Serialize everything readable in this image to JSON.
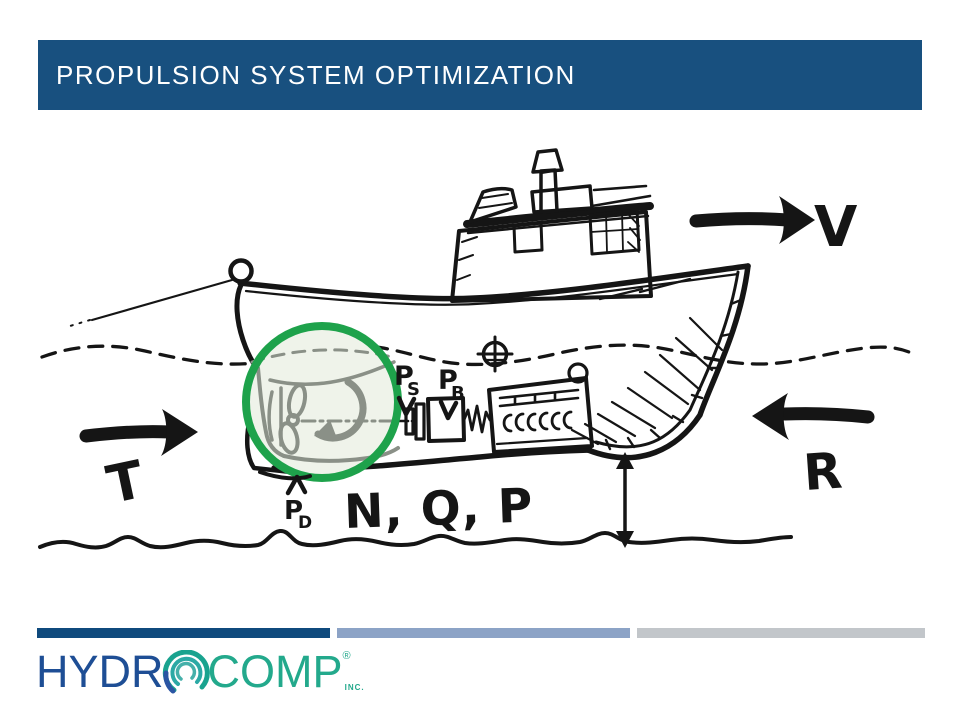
{
  "header": {
    "title": "PROPULSION SYSTEM OPTIMIZATION",
    "bg_color": "#18507F",
    "text_color": "#FFFFFF"
  },
  "diagram": {
    "ink_color": "#151515",
    "muted_sketch_color": "#8A9087",
    "highlight": {
      "ring_color": "#1EA24B",
      "fill_color": "#EFF3EA"
    },
    "labels": {
      "ship_speed": "V",
      "thrust": "T",
      "resistance": "R",
      "propeller_vars": "N, Q, P",
      "delivered_power": {
        "main": "P",
        "sub": "D"
      },
      "shaft_power": {
        "main": "P",
        "sub": "S"
      },
      "brake_power": {
        "main": "P",
        "sub": "B"
      }
    }
  },
  "footer": {
    "bars": [
      {
        "label": "navy",
        "color": "#0F4A7D"
      },
      {
        "label": "periwinkle",
        "color": "#8CA3C6"
      },
      {
        "label": "gray",
        "color": "#C2C6CA"
      }
    ],
    "logo": {
      "prefix": "HYDR",
      "suffix": "COMP",
      "registered_mark": "®",
      "inc": "INC.",
      "prefix_color": "#1E4E95",
      "suffix_color": "#23A98C"
    }
  }
}
